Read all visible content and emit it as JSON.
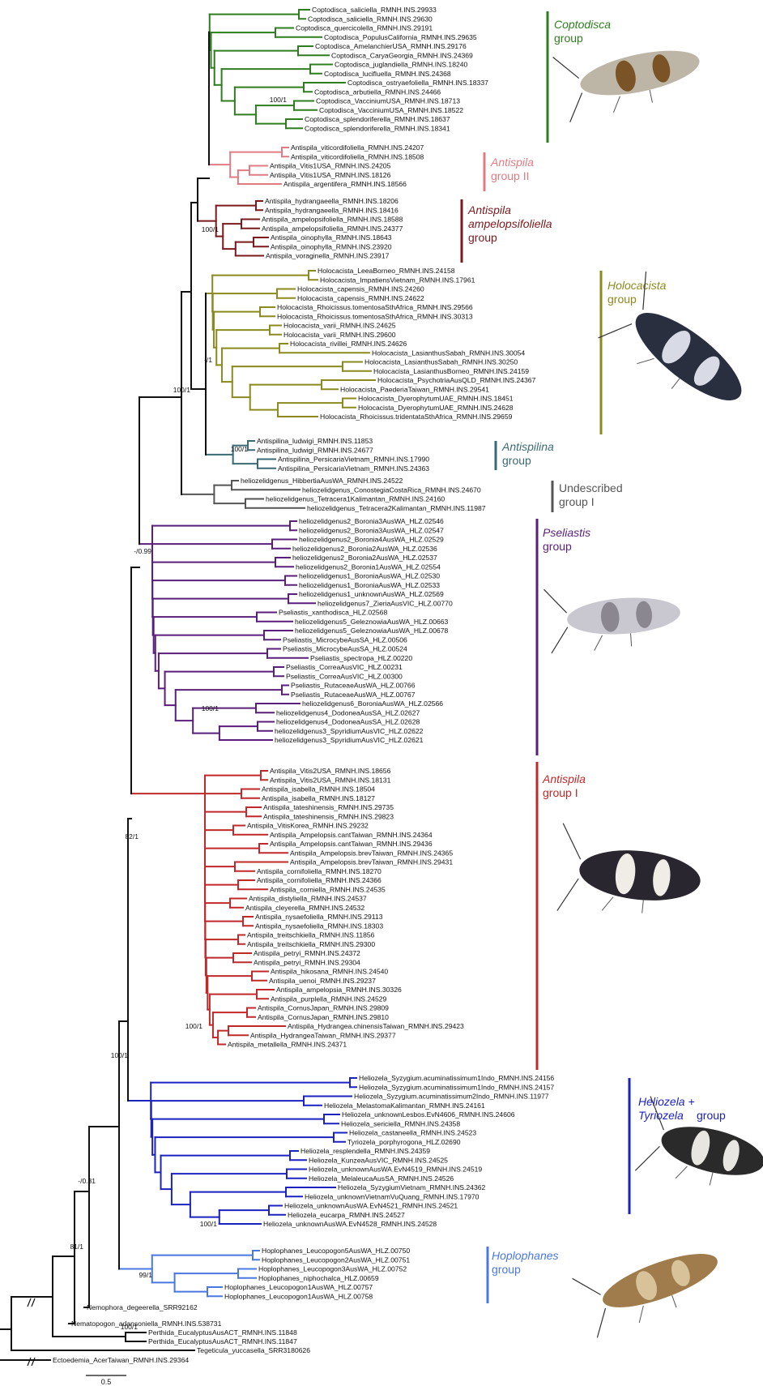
{
  "clades": [
    {
      "name": "Coptodisca",
      "color": "#2e7d1e",
      "support_label": "100/1",
      "group_label_italic": "Coptodisca",
      "group_label_rest": "group",
      "taxa": [
        "Coptodisca_saliciella_RMNH.INS.29933",
        "Coptodisca_saliciella_RMNH.INS.29630",
        "Coptodisca_quercicolella_RMNH.INS.29191",
        "Coptodisca_PopulusCalifornia_RMNH.INS.29635",
        "Coptodisca_AmelanchierUSA_RMNH.INS.29176",
        "Coptodisca_CaryaGeorgia_RMNH.INS.24369",
        "Coptodisca_juglandiella_RMNH.INS.18240",
        "Coptodisca_lucifluella_RMNH.INS.24368",
        "Coptodisca_ostryaefoliella_RMNH.INS.18337",
        "Coptodisca_arbutiella_RMNH.INS.24466",
        "Coptodisca_VacciniumUSA_RMNH.INS.18713",
        "Coptodisca_VacciniumUSA_RMNH.INS.18522",
        "Coptodisca_splendoriferella_RMNH.INS.18637",
        "Coptodisca_splendoriferella_RMNH.INS.18341"
      ]
    },
    {
      "name": "AntispilaII",
      "color": "#e07b83",
      "support_label": "",
      "group_label_italic": "Antispila",
      "group_label_rest": "group II",
      "taxa": [
        "Antispila_viticordifoliella_RMNH.INS.24207",
        "Antispila_viticordifoliella_RMNH.INS.18508",
        "Antispila_Vitis1USA_RMNH.INS.24205",
        "Antispila_Vitis1USA_RMNH.INS.18126",
        "Antispila_argentifera_RMNH.INS.18566"
      ]
    },
    {
      "name": "AntispilaAmpelo",
      "color": "#7a1a1c",
      "support_label": "100/1",
      "group_label_italic": "Antispila ampelopsifoliella",
      "group_label_rest": "group",
      "taxa": [
        "Antispila_hydrangaeella_RMNH.INS.18206",
        "Antispila_hydrangaeella_RMNH.INS.18416",
        "Antispila_ampelopsifoliella_RMNH.INS.18588",
        "Antispila_ampelopsifoliella_RMNH.INS.24377",
        "Antispila_oinophylla_RMNH.INS.18643",
        "Antispila_oinophylla_RMNH.INS.23920",
        "Antispila_voraginella_RMNH.INS.23917"
      ]
    },
    {
      "name": "Holocacista",
      "color": "#8a8a1e",
      "support_label": "-/1",
      "group_label_italic": "Holocacista",
      "group_label_rest": "group",
      "taxa": [
        "Holocacista_LeeaBorneo_RMNH.INS.24158",
        "Holocacista_ImpatiensVietnam_RMNH.INS.17961",
        "Holocacista_capensis_RMNH.INS.24260",
        "Holocacista_capensis_RMNH.INS.24622",
        "Holocacista_Rhoicissus.tomentosaSthAfrica_RMNH.INS.29566",
        "Holocacista_Rhoicissus.tomentosaSthAfrica_RMNH.INS.30313",
        "Holocacista_varii_RMNH.INS.24625",
        "Holocacista_varii_RMNH.INS.29600",
        "Holocacista_rivillei_RMNH.INS.24626",
        "Holocacista_LasianthusSabah_RMNH.INS.30054",
        "Holocacista_LasianthusSabah_RMNH.INS.30250",
        "Holocacista_LasianthusBorneo_RMNH.INS.24159",
        "Holocacista_PsychotriaAusQLD_RMNH.INS.24367",
        "Holocacista_PaederiaTaiwan_RMNH.INS.29541",
        "Holocacista_DyerophytumUAE_RMNH.INS.18451",
        "Holocacista_DyerophytumUAE_RMNH.INS.24628",
        "Holocacista_Rhoicissus.tridentataSthAfrica_RMNH.INS.29659"
      ]
    },
    {
      "name": "Antispilina",
      "color": "#3a6b74",
      "support_label": "100/1",
      "group_label_italic": "Antispilina",
      "group_label_rest": "group",
      "taxa": [
        "Antispilina_ludwigi_RMNH.INS.11853",
        "Antispilina_ludwigi_RMNH.INS.24677",
        "Antispilina_PersicariaVietnam_RMNH.INS.17990",
        "Antispilina_PersicariaVietnam_RMNH.INS.24363"
      ]
    },
    {
      "name": "Undescribed",
      "color": "#555555",
      "support_label": "",
      "group_label_italic": "",
      "group_label_rest": "Undescribed group I",
      "taxa": [
        "heliozelidgenus_HibbertiaAusWA_RMNH.INS.24522",
        "heliozelidgenus_ConostegiaCostaRica_RMNH.INS.24670",
        "heliozelidgenus_Tetracera1Kalimantan_RMNH.INS.24160",
        "heliozelidgenus_Tetracera2Kalimantan_RMNH.INS.11987"
      ]
    },
    {
      "name": "Pseliastis",
      "color": "#5a1f7a",
      "support_label": "100/1",
      "group_label_italic": "Pseliastis",
      "group_label_rest": "group",
      "taxa": [
        "heliozelidgenus2_Boronia3AusWA_HLZ.02546",
        "heliozelidgenus2_Boronia3AusWA_HLZ.02547",
        "heliozelidgenus2_Boronia4AusWA_HLZ.02529",
        "heliozelidgenus2_Boronia2AusWA_HLZ.02536",
        "heliozelidgenus2_Boronia2AusWA_HLZ.02537",
        "heliozelidgenus2_Boronia1AusWA_HLZ.02554",
        "heliozelidgenus1_BoroniaAusWA_HLZ.02530",
        "heliozelidgenus1_BoroniaAusWA_HLZ.02533",
        "heliozelidgenus1_unknownAusWA_HLZ.02569",
        "heliozelidgenus7_ZieriaAusVIC_HLZ.00770",
        "Pseliastis_xanthodisca_HLZ.02568",
        "heliozelidgenus5_GeleznowiaAusWA_HLZ.00663",
        "heliozelidgenus5_GeleznowiaAusWA_HLZ.00678",
        "Pseliastis_MicrocybeAusSA_HLZ.00506",
        "Pseliastis_MicrocybeAusSA_HLZ.00524",
        "Pseliastis_spectropa_HLZ.00220",
        "Pseliastis_CorreaAusVIC_HLZ.00231",
        "Pseliastis_CorreaAusVIC_HLZ.00300",
        "Pseliastis_RutaceaeAusWA_HLZ.00766",
        "Pseliastis_RutaceaeAusWA_HLZ.00767",
        "heliozelidgenus6_BoroniaAusWA_HLZ.02566",
        "heliozelidgenus4_DodoneaAusSA_HLZ.02627",
        "heliozelidgenus4_DodoneaAusSA_HLZ.02628",
        "heliozelidgenus3_SpyridiumAusVIC_HLZ.02622",
        "heliozelidgenus3_SpyridiumAusVIC_HLZ.02621"
      ]
    },
    {
      "name": "AntispilaI",
      "color": "#c0282a",
      "support_label": "100/1",
      "group_label_italic": "Antispila",
      "group_label_rest": "group I",
      "taxa": [
        "Antispila_Vitis2USA_RMNH.INS.18656",
        "Antispila_Vitis2USA_RMNH.INS.18131",
        "Antispila_isabella_RMNH.INS.18504",
        "Antispila_isabella_RMNH.INS.18127",
        "Antispila_tateshinensis_RMNH.INS.29735",
        "Antispila_tateshinensis_RMNH.INS.29823",
        "Antispila_VitisKorea_RMNH.INS.29232",
        "Antispila_Ampelopsis.cantTaiwan_RMNH.INS.24364",
        "Antispila_Ampelopsis.cantTaiwan_RMNH.INS.29436",
        "Antispila_Ampelopsis.brevTaiwan_RMNH.INS.24365",
        "Antispila_Ampelopsis.brevTaiwan_RMNH.INS.29431",
        "Antispila_cornifoliella_RMNH.INS.18270",
        "Antispila_cornifoliella_RMNH.INS.24366",
        "Antispila_corniella_RMNH.INS.24535",
        "Antispila_distyliella_RMNH.INS.24537",
        "Antispila_cleyerella_RMNH.INS.24532",
        "Antispila_nysaefoliella_RMNH.INS.29113",
        "Antispila_nysaefoliella_RMNH.INS.18303",
        "Antispila_treitschkiella_RMNH.INS.11856",
        "Antispila_treitschkiella_RMNH.INS.29300",
        "Antispila_petryi_RMNH.INS.24372",
        "Antispila_petryi_RMNH.INS.29304",
        "Antispila_hikosana_RMNH.INS.24540",
        "Antispila_uenoi_RMNH.INS.29237",
        "Antispila_ampelopsia_RMNH.INS.30326",
        "Antispila_purplella_RMNH.INS.24529",
        "Antispila_CornusJapan_RMNH.INS.29809",
        "Antispila_CornusJapan_RMNH.INS.29810",
        "Antispila_Hydrangea.chinensisTaiwan_RMNH.INS.29423",
        "Antispila_HydrangeaTaiwan_RMNH.INS.29377",
        "Antispila_metallella_RMNH.INS.24371"
      ]
    },
    {
      "name": "Heliozela",
      "color": "#1c22c0",
      "support_label": "100/1",
      "group_label_italic": "Heliozela + Tyriozela",
      "group_label_rest": "group",
      "taxa": [
        "Heliozela_Syzygium.acuminatissimum1Indo_RMNH.INS.24156",
        "Heliozela_Syzygium.acuminatissimum1Indo_RMNH.INS.24157",
        "Heliozela_Syzygium.acuminatissimum2Indo_RMNH.INS.11977",
        "Heliozela_MelastomaKalimantan_RMNH.INS.24161",
        "Heliozela_unknownLesbos.EvN4606_RMNH.INS.24606",
        "Heliozela_sericiella_RMNH.INS.24358",
        "Heliozela_castaneella_RMNH.INS.24523",
        "Tyriozela_porphyrogona_HLZ.02690",
        "Heliozela_resplendella_RMNH.INS.24359",
        "Heliozela_KunzeaAusVIC_RMNH.INS.24525",
        "Heliozela_unknownAusWA.EvN4519_RMNH.INS.24519",
        "Heliozela_MelaleucaAusSA_RMNH.INS.24526",
        "Heliozela_SyzygiumVietnam_RMNH.INS.24362",
        "Heliozela_unknownVietnamVuQuang_RMNH.INS.17970",
        "Heliozela_unknownAusWA.EvN4521_RMNH.INS.24521",
        "Heliozela_eucarpa_RMNH.INS.24527",
        "Heliozela_unknownAusWA.EvN4528_RMNH.INS.24528"
      ]
    },
    {
      "name": "Hoplophanes",
      "color": "#4a78e0",
      "support_label": "99/1",
      "group_label_italic": "Hoplophanes",
      "group_label_rest": "group",
      "taxa": [
        "Hoplophanes_Leucopogon5AusWA_HLZ.00750",
        "Hoplophanes_Leucopogon2AusWA_HLZ.00751",
        "Hoplophanes_Leucopogon3AusWA_HLZ.00752",
        "Hoplophanes_niphochalca_HLZ.00659",
        "Hoplophanes_Leucopogon1AusWA_HLZ.00757",
        "Hoplophanes_Leucopogon1AusWA_HLZ.00758"
      ]
    },
    {
      "name": "Outgroups",
      "color": "#111111",
      "support_label": "",
      "group_label_italic": "",
      "group_label_rest": "",
      "taxa": [
        "Nemophora_degeerella_SRR92162",
        "Nematopogon_adansoniella_RMNH.INS.538731",
        "Perthida_EucalyptusAusACT_RMNH.INS.11848",
        "Perthida_EucalyptusAusACT_RMNH.INS.11847",
        "Tegeticula_yuccasella_SRR3180626",
        "Ectoedemia_AcerTaiwan_RMNH.INS.29364"
      ]
    }
  ],
  "backbone_supports": [
    "100/1",
    "-/0.99",
    "82/1",
    "100/1",
    "-/0.81",
    "81/1",
    "100/1"
  ],
  "undescribed_label": [
    "Undescribed",
    "group I"
  ],
  "scale_label": "0.5",
  "photos": [
    "Coptodisca moth photo",
    "Holocacista moth photo",
    "Pseliastis moth photo",
    "Antispila moth photo",
    "Heliozela moth photo",
    "Hoplophanes moth photo"
  ]
}
